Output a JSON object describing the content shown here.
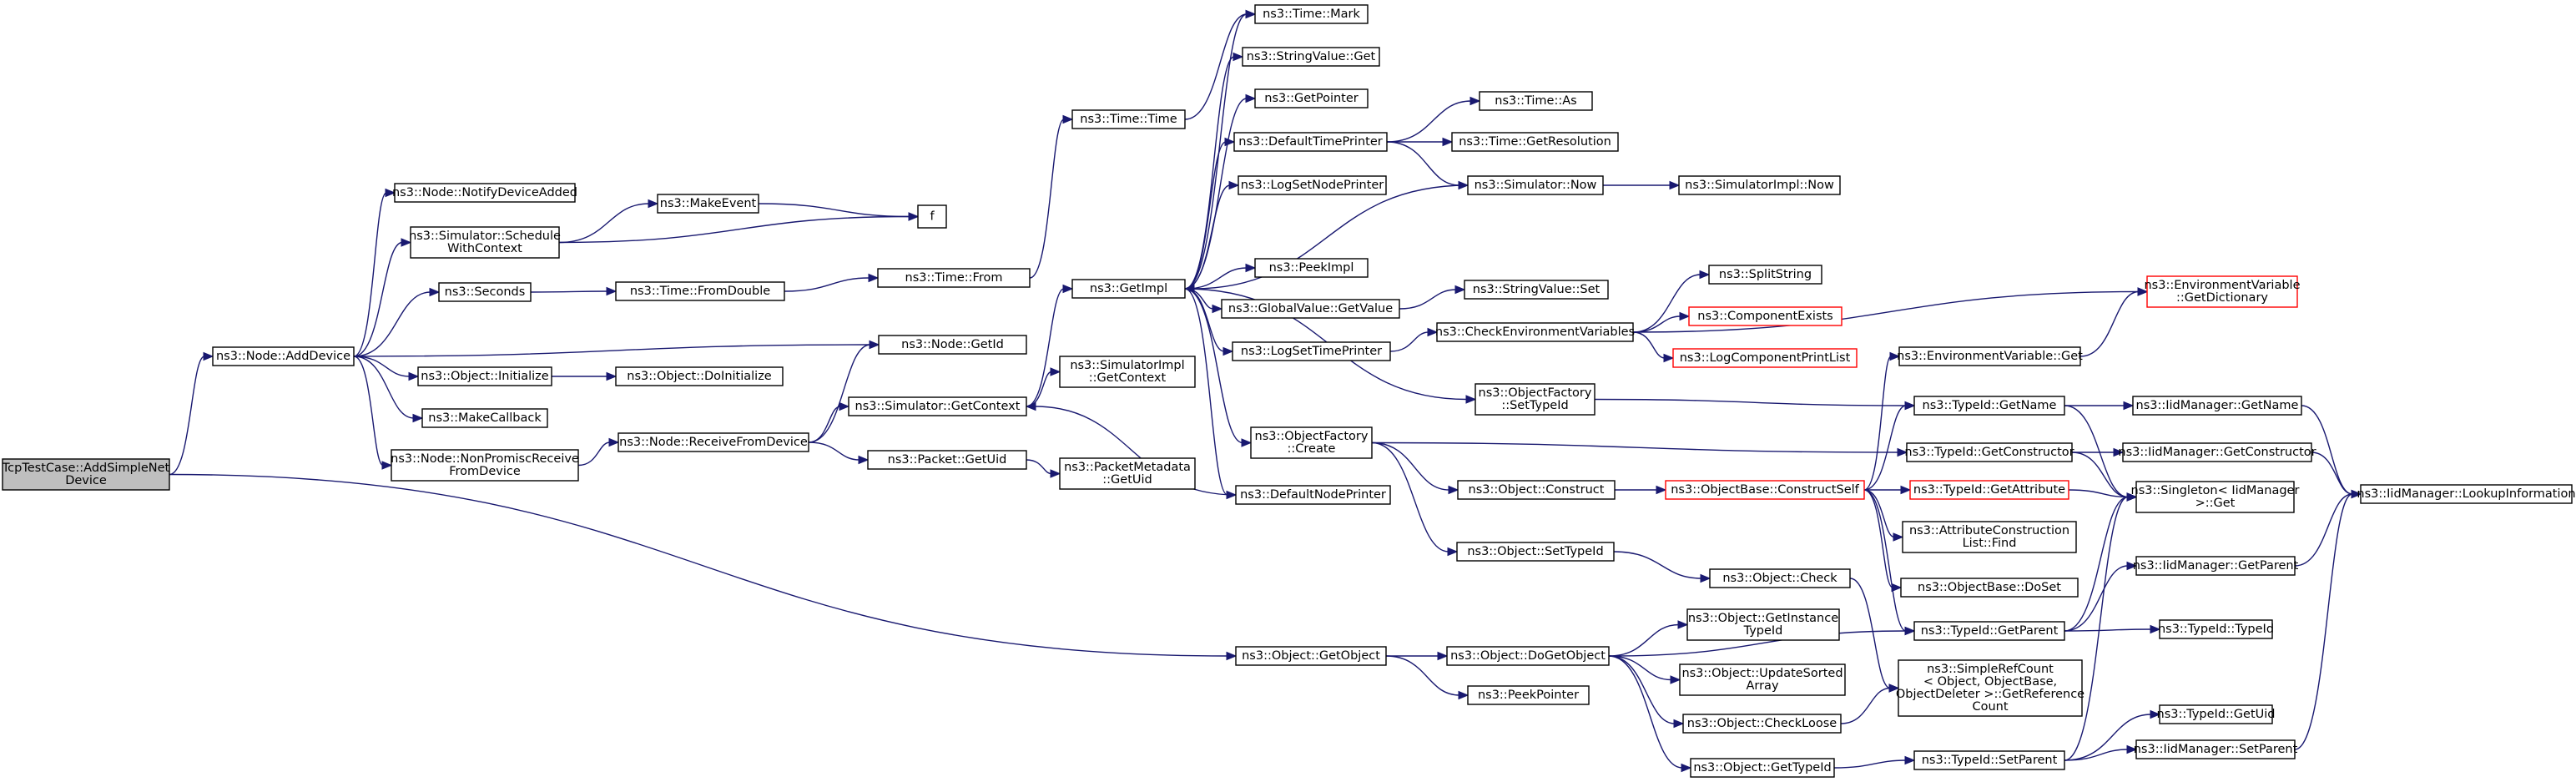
{
  "graph": {
    "nodes": [
      {
        "id": "root",
        "label": [
          "TcpTestCase::AddSimpleNet",
          "Device"
        ],
        "style": "root"
      },
      {
        "id": "addDevice",
        "label": [
          "ns3::Node::AddDevice"
        ]
      },
      {
        "id": "notifyDev",
        "label": [
          "ns3::Node::NotifyDeviceAdded"
        ]
      },
      {
        "id": "schedCtx",
        "label": [
          "ns3::Simulator::Schedule",
          "WithContext"
        ]
      },
      {
        "id": "seconds",
        "label": [
          "ns3::Seconds"
        ]
      },
      {
        "id": "objInit",
        "label": [
          "ns3::Object::Initialize"
        ]
      },
      {
        "id": "makeCb",
        "label": [
          "ns3::MakeCallback"
        ]
      },
      {
        "id": "nonPromisc",
        "label": [
          "ns3::Node::NonPromiscReceive",
          "FromDevice"
        ]
      },
      {
        "id": "makeEvent",
        "label": [
          "ns3::MakeEvent"
        ]
      },
      {
        "id": "f",
        "label": [
          "f"
        ]
      },
      {
        "id": "fromDouble",
        "label": [
          "ns3::Time::FromDouble"
        ]
      },
      {
        "id": "doInit",
        "label": [
          "ns3::Object::DoInitialize"
        ]
      },
      {
        "id": "recvFrom",
        "label": [
          "ns3::Node::ReceiveFromDevice"
        ]
      },
      {
        "id": "getId",
        "label": [
          "ns3::Node::GetId"
        ]
      },
      {
        "id": "timeFrom",
        "label": [
          "ns3::Time::From"
        ]
      },
      {
        "id": "getContext",
        "label": [
          "ns3::Simulator::GetContext"
        ]
      },
      {
        "id": "getUid",
        "label": [
          "ns3::Packet::GetUid"
        ]
      },
      {
        "id": "timeTime",
        "label": [
          "ns3::Time::Time"
        ]
      },
      {
        "id": "getImpl",
        "label": [
          "ns3::GetImpl"
        ]
      },
      {
        "id": "simImplCtx",
        "label": [
          "ns3::SimulatorImpl",
          "::GetContext"
        ]
      },
      {
        "id": "pktMetaUid",
        "label": [
          "ns3::PacketMetadata",
          "::GetUid"
        ]
      },
      {
        "id": "timeMark",
        "label": [
          "ns3::Time::Mark"
        ]
      },
      {
        "id": "strValGet",
        "label": [
          "ns3::StringValue::Get"
        ]
      },
      {
        "id": "getPointer",
        "label": [
          "ns3::GetPointer"
        ]
      },
      {
        "id": "defTimePrinter",
        "label": [
          "ns3::DefaultTimePrinter"
        ]
      },
      {
        "id": "logSetNode",
        "label": [
          "ns3::LogSetNodePrinter"
        ]
      },
      {
        "id": "peekImpl",
        "label": [
          "ns3::PeekImpl"
        ]
      },
      {
        "id": "gvGetValue",
        "label": [
          "ns3::GlobalValue::GetValue"
        ]
      },
      {
        "id": "logSetTime",
        "label": [
          "ns3::LogSetTimePrinter"
        ]
      },
      {
        "id": "ofCreate",
        "label": [
          "ns3::ObjectFactory",
          "::Create"
        ]
      },
      {
        "id": "defNodePrinter",
        "label": [
          "ns3::DefaultNodePrinter"
        ]
      },
      {
        "id": "timeAs",
        "label": [
          "ns3::Time::As"
        ]
      },
      {
        "id": "timeGetRes",
        "label": [
          "ns3::Time::GetResolution"
        ]
      },
      {
        "id": "simNow",
        "label": [
          "ns3::Simulator::Now"
        ]
      },
      {
        "id": "strValSet",
        "label": [
          "ns3::StringValue::Set"
        ]
      },
      {
        "id": "checkEnv",
        "label": [
          "ns3::CheckEnvironmentVariables"
        ]
      },
      {
        "id": "ofSetTypeId",
        "label": [
          "ns3::ObjectFactory",
          "::SetTypeId"
        ]
      },
      {
        "id": "objConstruct",
        "label": [
          "ns3::Object::Construct"
        ]
      },
      {
        "id": "objSetTypeId",
        "label": [
          "ns3::Object::SetTypeId"
        ]
      },
      {
        "id": "simImplNow",
        "label": [
          "ns3::SimulatorImpl::Now"
        ]
      },
      {
        "id": "splitString",
        "label": [
          "ns3::SplitString"
        ]
      },
      {
        "id": "compExists",
        "label": [
          "ns3::ComponentExists"
        ],
        "style": "trunc"
      },
      {
        "id": "logCompPrint",
        "label": [
          "ns3::LogComponentPrintList"
        ],
        "style": "trunc"
      },
      {
        "id": "objBaseCS",
        "label": [
          "ns3::ObjectBase::ConstructSelf"
        ],
        "style": "trunc"
      },
      {
        "id": "envVarGet",
        "label": [
          "ns3::EnvironmentVariable::Get"
        ]
      },
      {
        "id": "envVarDict",
        "label": [
          "ns3::EnvironmentVariable",
          "::GetDictionary"
        ],
        "style": "trunc"
      },
      {
        "id": "tidGetName",
        "label": [
          "ns3::TypeId::GetName"
        ]
      },
      {
        "id": "tidGetCtor",
        "label": [
          "ns3::TypeId::GetConstructor"
        ]
      },
      {
        "id": "tidGetAttr",
        "label": [
          "ns3::TypeId::GetAttribute"
        ],
        "style": "trunc"
      },
      {
        "id": "attrFind",
        "label": [
          "ns3::AttributeConstruction",
          "List::Find"
        ]
      },
      {
        "id": "objBaseDoSet",
        "label": [
          "ns3::ObjectBase::DoSet"
        ]
      },
      {
        "id": "tidGetParent",
        "label": [
          "ns3::TypeId::GetParent"
        ]
      },
      {
        "id": "iidGetName",
        "label": [
          "ns3::IidManager::GetName"
        ]
      },
      {
        "id": "iidGetCtor",
        "label": [
          "ns3::IidManager::GetConstructor"
        ]
      },
      {
        "id": "singletonGet",
        "label": [
          "ns3::Singleton< IidManager",
          " >::Get"
        ]
      },
      {
        "id": "iidGetParent",
        "label": [
          "ns3::IidManager::GetParent"
        ]
      },
      {
        "id": "tidTypeId",
        "label": [
          "ns3::TypeId::TypeId"
        ]
      },
      {
        "id": "iidLookup",
        "label": [
          "ns3::IidManager::LookupInformation"
        ]
      },
      {
        "id": "objCheck",
        "label": [
          "ns3::Object::Check"
        ]
      },
      {
        "id": "getObject",
        "label": [
          "ns3::Object::GetObject"
        ]
      },
      {
        "id": "doGetObject",
        "label": [
          "ns3::Object::DoGetObject"
        ]
      },
      {
        "id": "peekPointer",
        "label": [
          "ns3::PeekPointer"
        ]
      },
      {
        "id": "getInstTid",
        "label": [
          "ns3::Object::GetInstance",
          "TypeId"
        ]
      },
      {
        "id": "updSorted",
        "label": [
          "ns3::Object::UpdateSorted",
          "Array"
        ]
      },
      {
        "id": "checkLoose",
        "label": [
          "ns3::Object::CheckLoose"
        ]
      },
      {
        "id": "getTypeId",
        "label": [
          "ns3::Object::GetTypeId"
        ]
      },
      {
        "id": "simpleRef",
        "label": [
          "ns3::SimpleRefCount",
          "< Object, ObjectBase,",
          "ObjectDeleter >::GetReference",
          "Count"
        ]
      },
      {
        "id": "tidSetParent",
        "label": [
          "ns3::TypeId::SetParent"
        ]
      },
      {
        "id": "tidGetUid",
        "label": [
          "ns3::TypeId::GetUid"
        ]
      },
      {
        "id": "iidSetParent",
        "label": [
          "ns3::IidManager::SetParent"
        ]
      }
    ],
    "edges": [
      [
        "root",
        "addDevice"
      ],
      [
        "root",
        "getObject"
      ],
      [
        "addDevice",
        "notifyDev"
      ],
      [
        "addDevice",
        "schedCtx"
      ],
      [
        "addDevice",
        "seconds"
      ],
      [
        "addDevice",
        "getId"
      ],
      [
        "addDevice",
        "objInit"
      ],
      [
        "addDevice",
        "makeCb"
      ],
      [
        "addDevice",
        "nonPromisc"
      ],
      [
        "schedCtx",
        "makeEvent"
      ],
      [
        "schedCtx",
        "f"
      ],
      [
        "makeEvent",
        "f"
      ],
      [
        "seconds",
        "fromDouble"
      ],
      [
        "fromDouble",
        "timeFrom"
      ],
      [
        "timeFrom",
        "timeTime"
      ],
      [
        "timeTime",
        "timeMark"
      ],
      [
        "objInit",
        "doInit"
      ],
      [
        "nonPromisc",
        "recvFrom"
      ],
      [
        "recvFrom",
        "getId"
      ],
      [
        "recvFrom",
        "getContext"
      ],
      [
        "recvFrom",
        "getUid"
      ],
      [
        "getUid",
        "pktMetaUid"
      ],
      [
        "getContext",
        "getImpl"
      ],
      [
        "getContext",
        "simImplCtx"
      ],
      [
        "defNodePrinter",
        "getContext"
      ],
      [
        "getImpl",
        "timeMark"
      ],
      [
        "getImpl",
        "strValGet"
      ],
      [
        "getImpl",
        "getPointer"
      ],
      [
        "getImpl",
        "defTimePrinter"
      ],
      [
        "getImpl",
        "logSetNode"
      ],
      [
        "getImpl",
        "peekImpl"
      ],
      [
        "getImpl",
        "gvGetValue"
      ],
      [
        "getImpl",
        "logSetTime"
      ],
      [
        "getImpl",
        "ofSetTypeId"
      ],
      [
        "getImpl",
        "ofCreate"
      ],
      [
        "getImpl",
        "defNodePrinter"
      ],
      [
        "defTimePrinter",
        "timeAs"
      ],
      [
        "defTimePrinter",
        "timeGetRes"
      ],
      [
        "defTimePrinter",
        "simNow"
      ],
      [
        "simNow",
        "getImpl"
      ],
      [
        "simNow",
        "simImplNow"
      ],
      [
        "gvGetValue",
        "strValSet"
      ],
      [
        "logSetTime",
        "checkEnv"
      ],
      [
        "checkEnv",
        "splitString"
      ],
      [
        "checkEnv",
        "envVarDict"
      ],
      [
        "checkEnv",
        "compExists"
      ],
      [
        "checkEnv",
        "logCompPrint"
      ],
      [
        "ofSetTypeId",
        "tidGetName"
      ],
      [
        "ofCreate",
        "tidGetCtor"
      ],
      [
        "ofCreate",
        "objConstruct"
      ],
      [
        "ofCreate",
        "objSetTypeId"
      ],
      [
        "objConstruct",
        "objBaseCS"
      ],
      [
        "objBaseCS",
        "envVarGet"
      ],
      [
        "objBaseCS",
        "tidGetName"
      ],
      [
        "objBaseCS",
        "tidGetAttr"
      ],
      [
        "objBaseCS",
        "attrFind"
      ],
      [
        "objBaseCS",
        "objBaseDoSet"
      ],
      [
        "objBaseCS",
        "tidGetParent"
      ],
      [
        "envVarGet",
        "envVarDict"
      ],
      [
        "tidGetName",
        "iidGetName"
      ],
      [
        "tidGetName",
        "singletonGet"
      ],
      [
        "tidGetCtor",
        "iidGetCtor"
      ],
      [
        "tidGetCtor",
        "singletonGet"
      ],
      [
        "tidGetAttr",
        "singletonGet"
      ],
      [
        "tidGetParent",
        "singletonGet"
      ],
      [
        "tidGetParent",
        "iidGetParent"
      ],
      [
        "tidGetParent",
        "tidTypeId"
      ],
      [
        "iidGetName",
        "iidLookup"
      ],
      [
        "iidGetCtor",
        "iidLookup"
      ],
      [
        "iidGetParent",
        "iidLookup"
      ],
      [
        "iidSetParent",
        "iidLookup"
      ],
      [
        "objSetTypeId",
        "objCheck"
      ],
      [
        "objCheck",
        "simpleRef"
      ],
      [
        "getObject",
        "doGetObject"
      ],
      [
        "getObject",
        "peekPointer"
      ],
      [
        "doGetObject",
        "tidGetParent"
      ],
      [
        "doGetObject",
        "getInstTid"
      ],
      [
        "doGetObject",
        "updSorted"
      ],
      [
        "doGetObject",
        "checkLoose"
      ],
      [
        "doGetObject",
        "getTypeId"
      ],
      [
        "checkLoose",
        "simpleRef"
      ],
      [
        "getTypeId",
        "tidSetParent"
      ],
      [
        "tidSetParent",
        "singletonGet"
      ],
      [
        "tidSetParent",
        "tidGetUid"
      ],
      [
        "tidSetParent",
        "iidSetParent"
      ]
    ]
  }
}
